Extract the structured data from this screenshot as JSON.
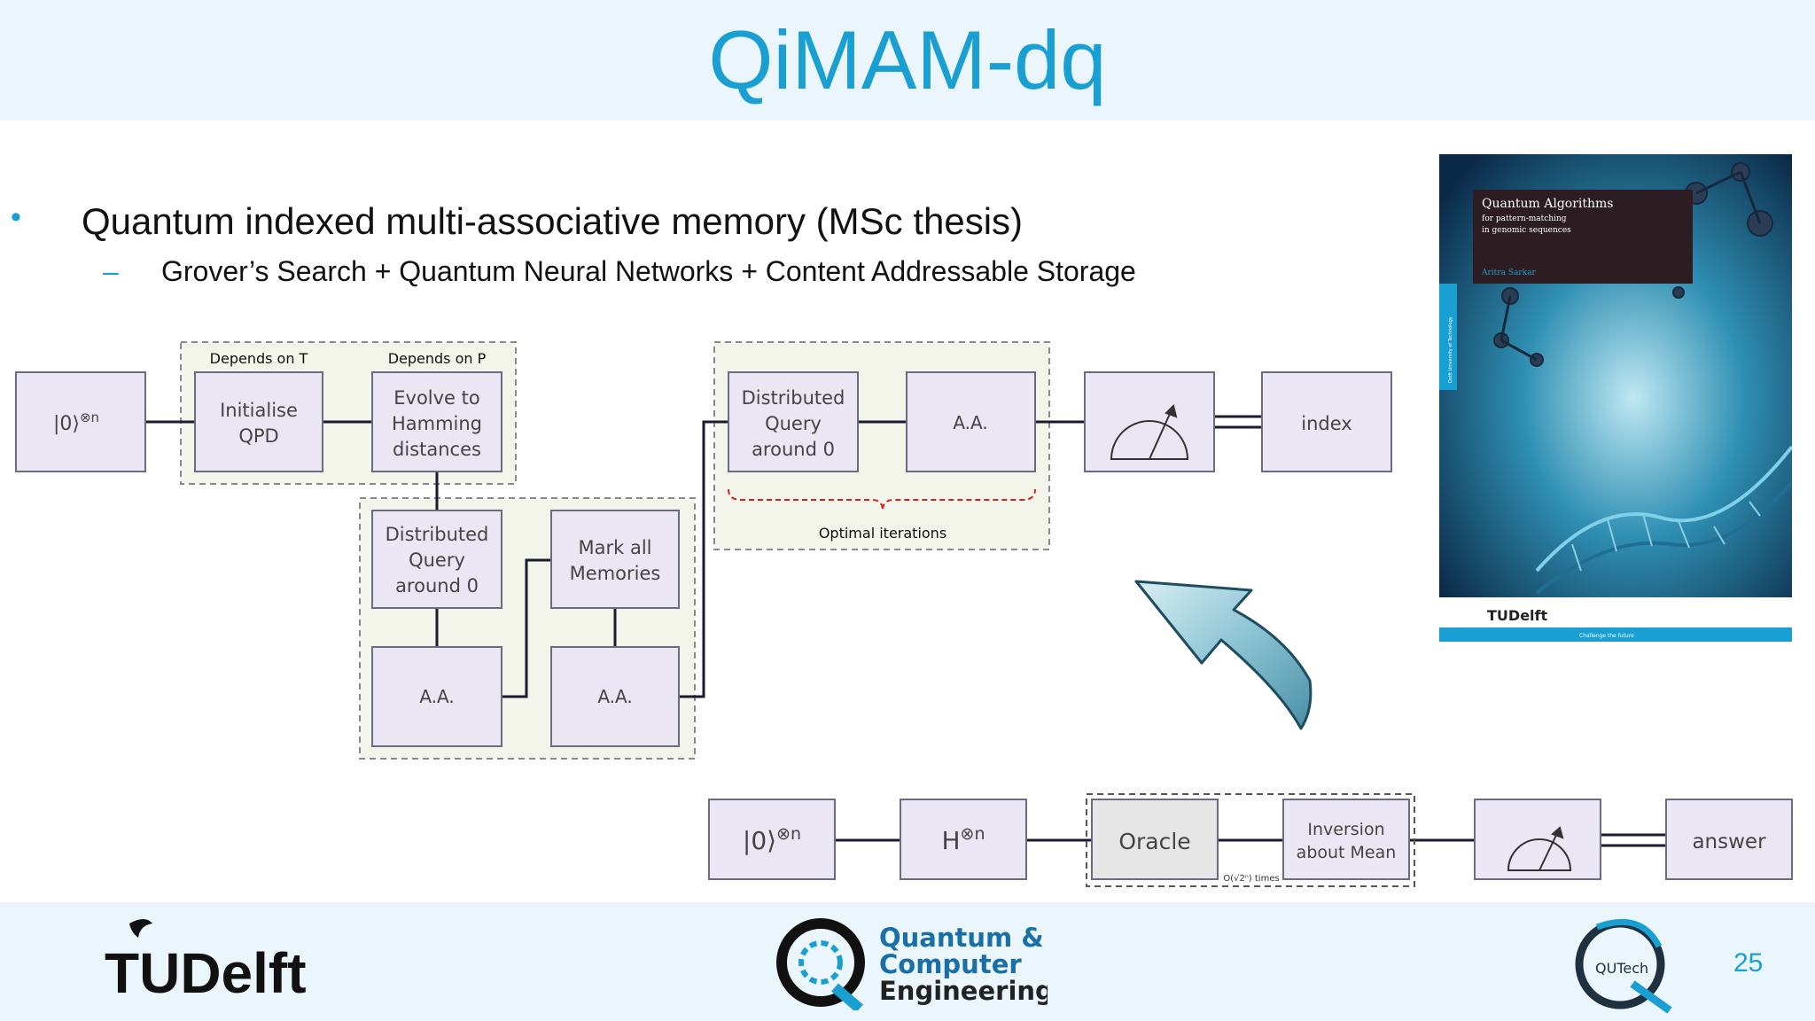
{
  "slide": {
    "title": "QiMAM-dq",
    "bullet": "Quantum indexed multi-associative memory (MSc thesis)",
    "sub_bullet": "Grover’s Search + Quantum Neural Networks + Content Addressable Storage",
    "page_number": "25",
    "bullet_marker": "•",
    "dash_marker": "–"
  },
  "diagram": {
    "init_state": "|0⟩",
    "init_exponent": "⊗n",
    "initialise_qpd": [
      "Initialise",
      "QPD"
    ],
    "evolve": [
      "Evolve to",
      "Hamming",
      "distances"
    ],
    "depends_t": "Depends on T",
    "depends_p": "Depends on P",
    "dq_left": [
      "Distributed",
      "Query",
      "around 0"
    ],
    "mark_all": [
      "Mark all",
      "Memories"
    ],
    "aa": "A.A.",
    "dq_right": [
      "Distributed",
      "Query",
      "around 0"
    ],
    "optimal": "Optimal iterations",
    "index": "index"
  },
  "grover": {
    "init_state": "|0⟩",
    "init_exponent": "⊗n",
    "hadamard": "H",
    "hadamard_exponent": "⊗n",
    "oracle": "Oracle",
    "inversion": [
      "Inversion",
      "about Mean"
    ],
    "times_note": "O(√2ⁿ) times",
    "answer": "answer"
  },
  "book": {
    "title": "Quantum Algorithms",
    "subtitle1": "for pattern-matching",
    "subtitle2": "in genomic sequences",
    "author": "Aritra Sarkar",
    "spine": "Delft University of Technology",
    "brand": "TUDelft",
    "tagline": "Challenge the future"
  },
  "logos": {
    "tudelft": "TUDelft",
    "qce": [
      "Quantum &",
      "Computer",
      "Engineering"
    ],
    "qutech": "QUTech"
  },
  "colors": {
    "accent": "#1a9fd2",
    "box_fill": "#ebe6f3",
    "box_stroke": "#6a6a80",
    "group_fill": "#f3f5ea",
    "brace": "#d32020",
    "header_bg": "#eaf5fc"
  }
}
